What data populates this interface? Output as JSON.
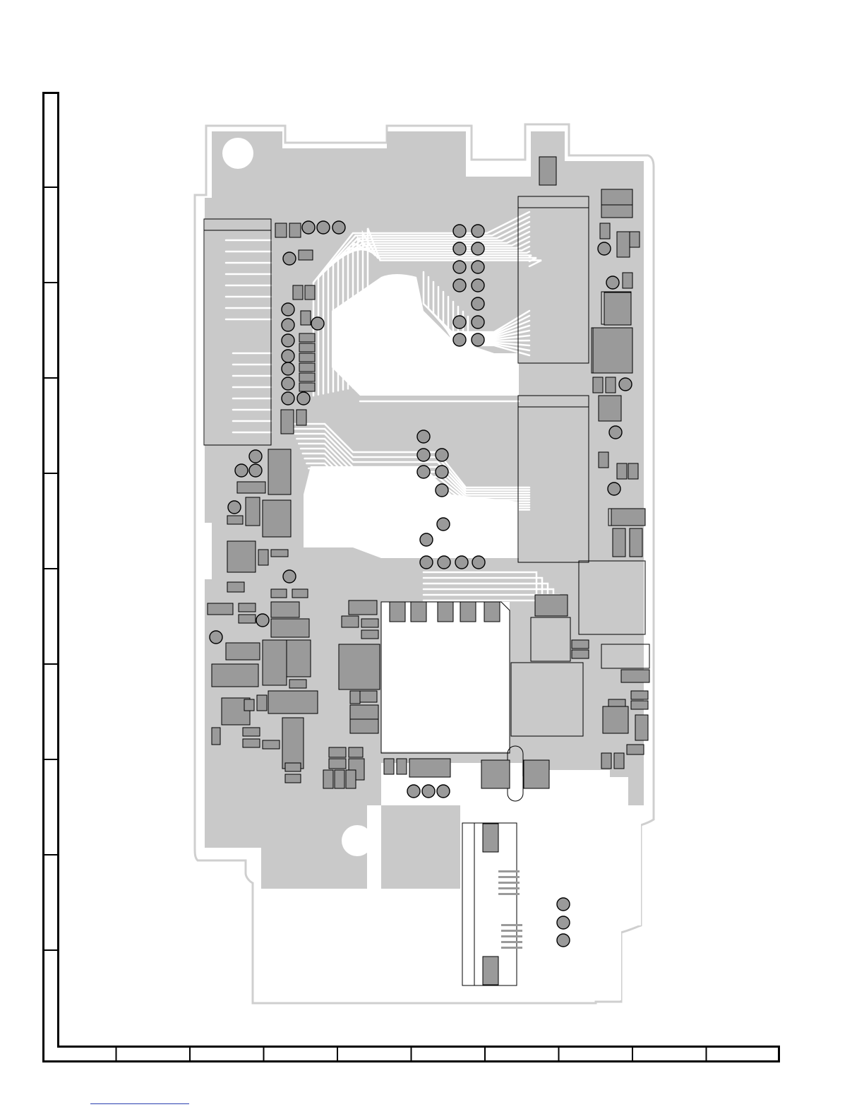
{
  "document": {
    "kind": "pcb-layout-sheet",
    "grid": {
      "row_zones": 10,
      "column_zones": 10
    },
    "colors": {
      "copper": "#c9c9c9",
      "outline": "#cfcfcf",
      "pad": "#9a9a9a",
      "ink": "#000000",
      "link": "#2a3fb0"
    }
  }
}
